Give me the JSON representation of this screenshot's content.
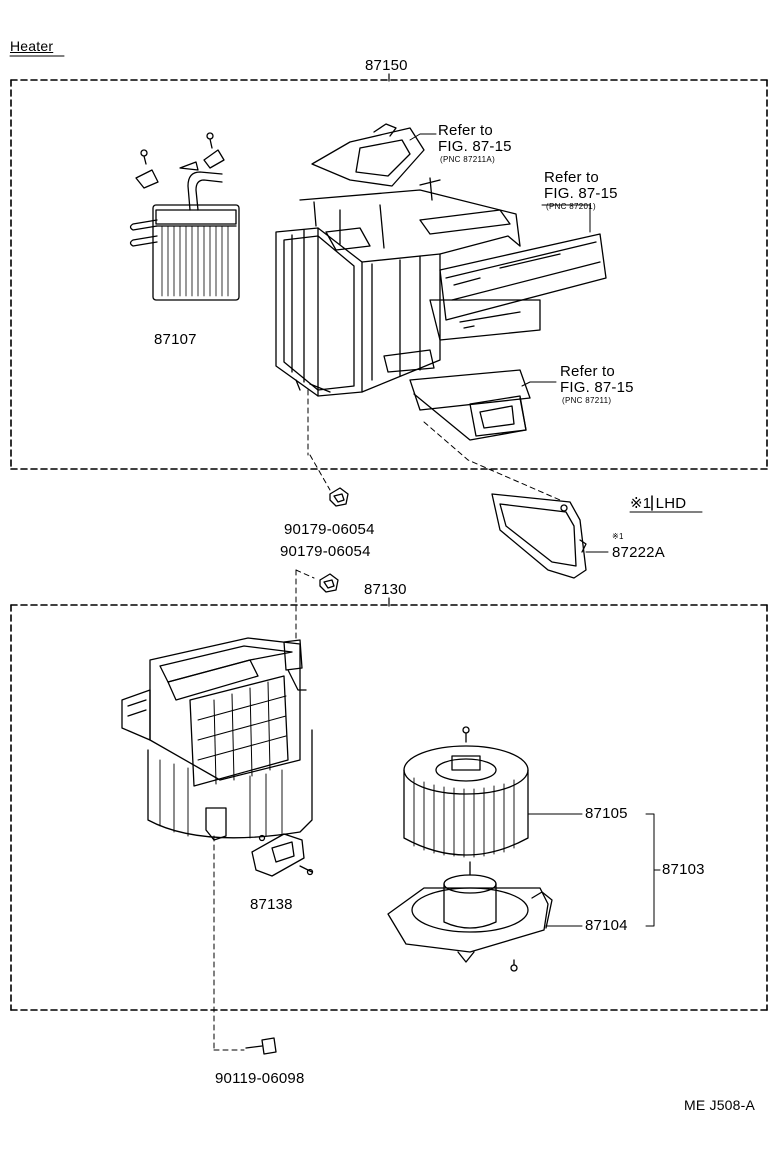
{
  "title": "Heater",
  "assembly_labels": {
    "heater_unit": "87150",
    "blower_unit": "87130"
  },
  "refs": [
    {
      "line1": "Refer to",
      "line2": "FIG. 87-15",
      "pnc": "(PNC 87211A)"
    },
    {
      "line1": "Refer to",
      "line2": "FIG. 87-15",
      "pnc": "(PNC 87201)"
    },
    {
      "line1": "Refer to",
      "line2": "FIG. 87-15",
      "pnc": "(PNC 87211)"
    }
  ],
  "parts": {
    "radiator": "87107",
    "clip_upper": "90179-06054",
    "clip_lower": "90179-06054",
    "duct": "87222A",
    "duct_note": "※1",
    "lhd_note": "※1 LHD",
    "resistor": "87138",
    "fan": "87105",
    "motor": "87104",
    "motor_assy": "87103",
    "screw": "90119-06098"
  },
  "footer": "ME J508-A"
}
